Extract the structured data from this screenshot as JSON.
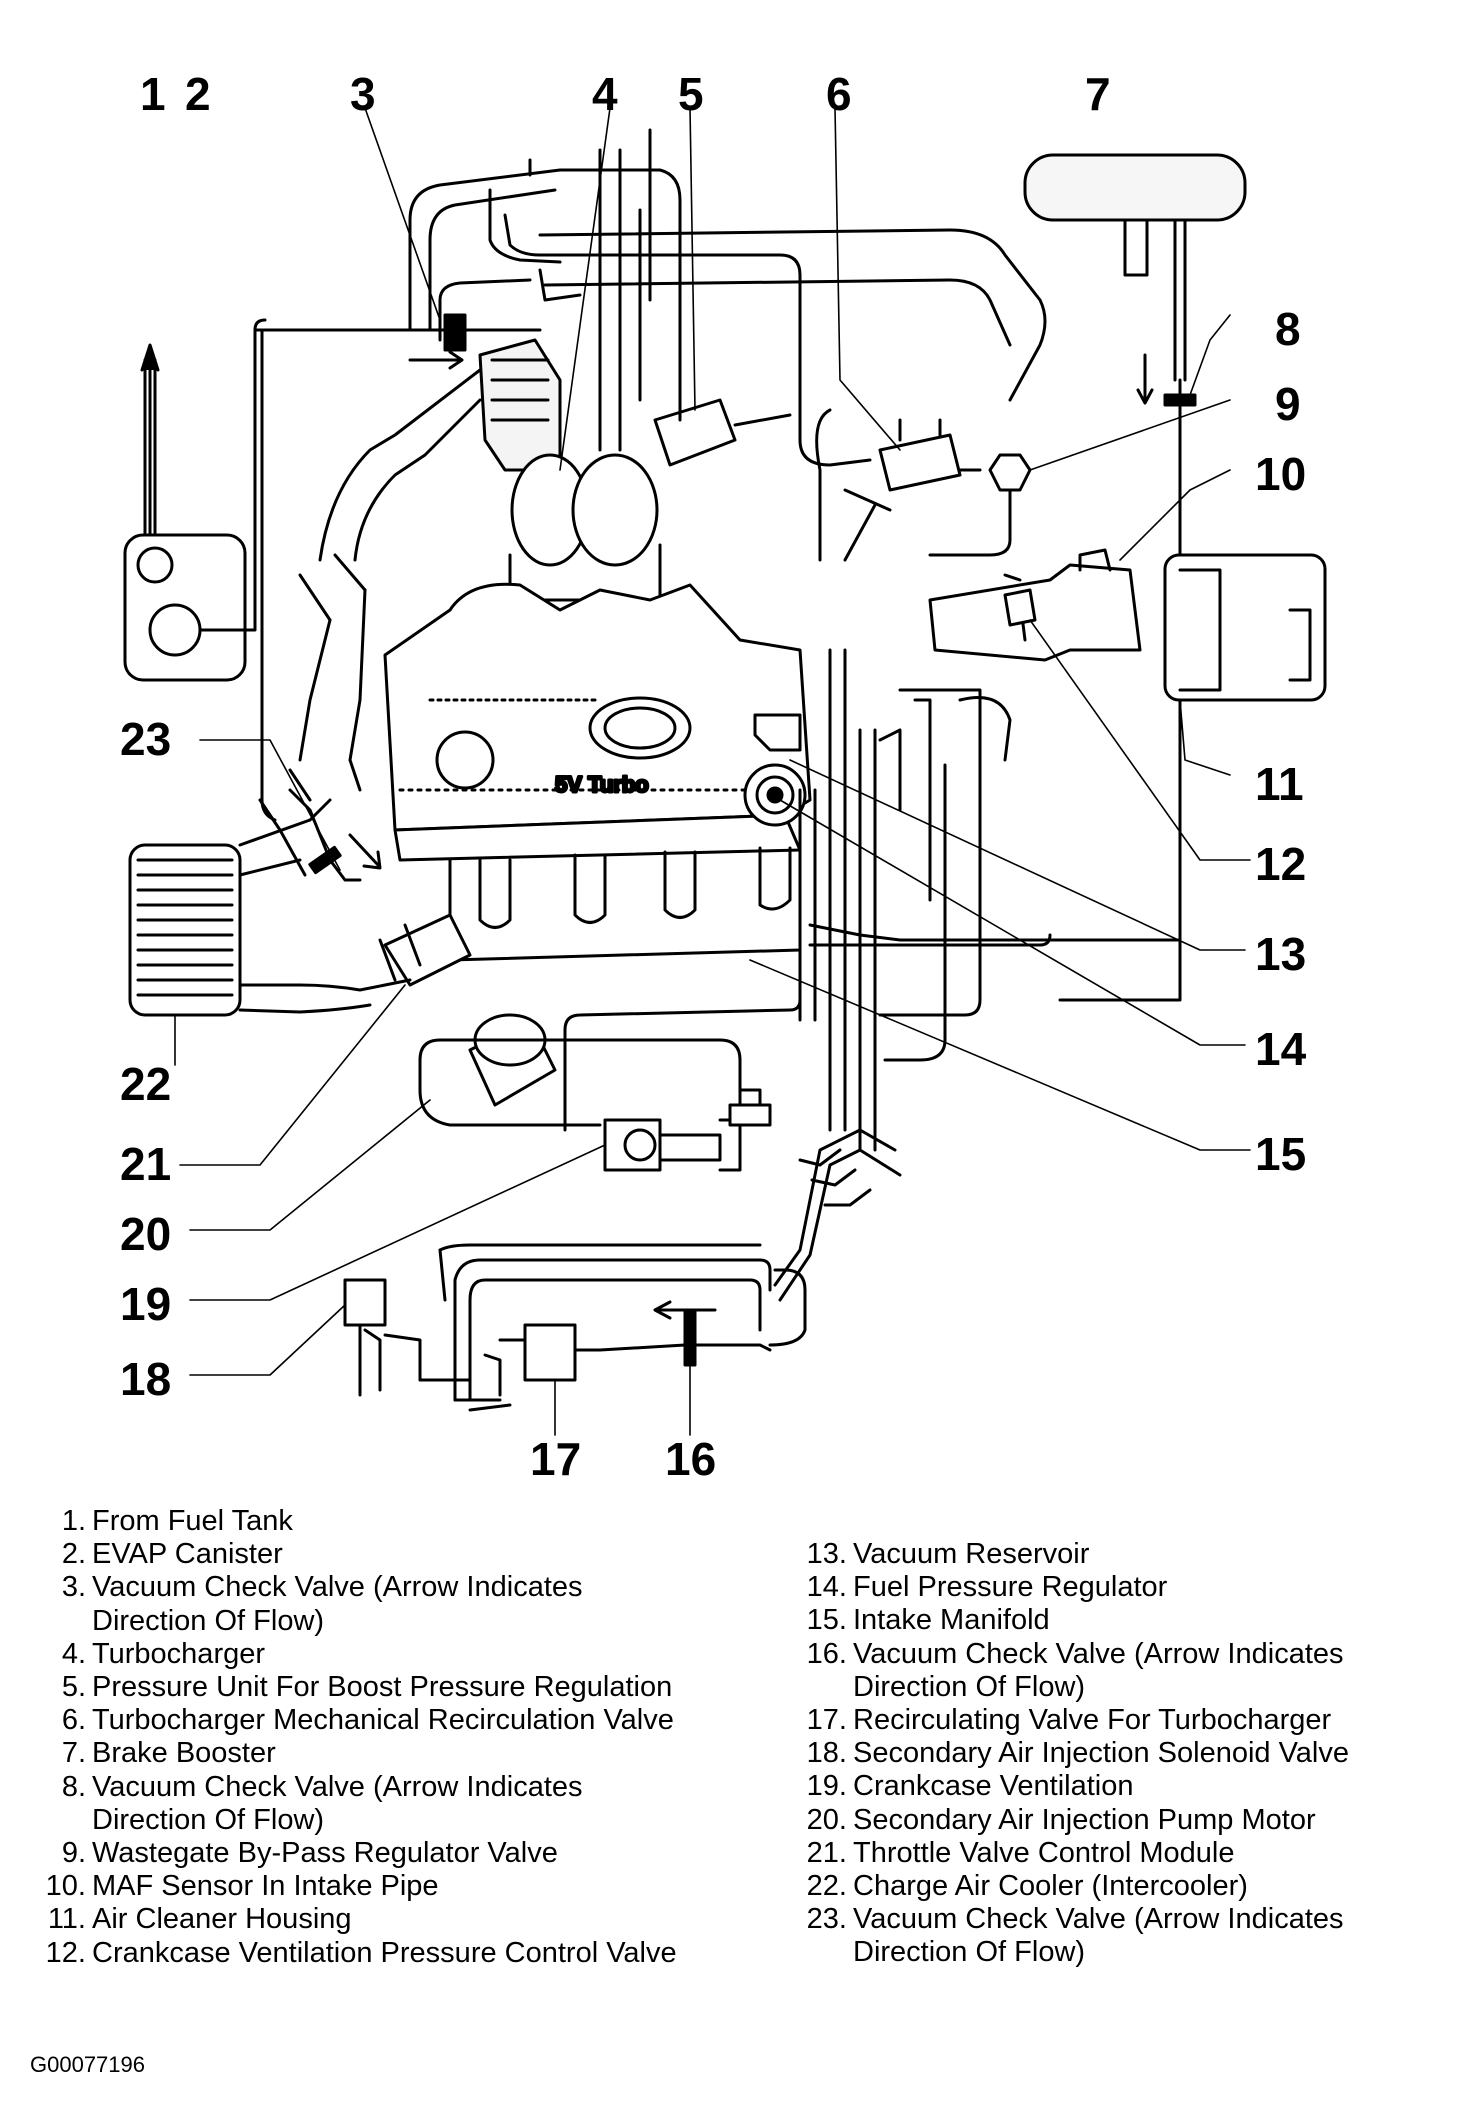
{
  "callouts": [
    "1",
    "2",
    "3",
    "4",
    "5",
    "6",
    "7",
    "8",
    "9",
    "10",
    "11",
    "12",
    "13",
    "14",
    "15",
    "16",
    "17",
    "18",
    "19",
    "20",
    "21",
    "22",
    "23"
  ],
  "engine": {
    "model_text": "5V   Turbo"
  },
  "legend": {
    "left": [
      {
        "num": "1.",
        "text": "From Fuel Tank"
      },
      {
        "num": "2.",
        "text": "EVAP Canister"
      },
      {
        "num": "3.",
        "text": "Vacuum Check Valve (Arrow Indicates",
        "cont": "Direction Of Flow)"
      },
      {
        "num": "4.",
        "text": "Turbocharger"
      },
      {
        "num": "5.",
        "text": "Pressure Unit For Boost Pressure Regulation"
      },
      {
        "num": "6.",
        "text": "Turbocharger Mechanical Recirculation Valve"
      },
      {
        "num": "7.",
        "text": "Brake Booster"
      },
      {
        "num": "8.",
        "text": "Vacuum Check Valve (Arrow Indicates",
        "cont": "Direction Of Flow)"
      },
      {
        "num": "9.",
        "text": "Wastegate By-Pass Regulator Valve"
      },
      {
        "num": "10.",
        "text": "MAF Sensor In Intake Pipe"
      },
      {
        "num": "11.",
        "text": "Air Cleaner Housing"
      },
      {
        "num": "12.",
        "text": "Crankcase Ventilation Pressure Control Valve"
      }
    ],
    "right": [
      {
        "num": "13.",
        "text": "Vacuum Reservoir"
      },
      {
        "num": "14.",
        "text": "Fuel Pressure Regulator"
      },
      {
        "num": "15.",
        "text": "Intake Manifold"
      },
      {
        "num": "16.",
        "text": "Vacuum Check Valve (Arrow Indicates",
        "cont": "Direction Of Flow)"
      },
      {
        "num": "17.",
        "text": "Recirculating Valve For Turbocharger"
      },
      {
        "num": "18.",
        "text": "Secondary Air Injection Solenoid Valve"
      },
      {
        "num": "19.",
        "text": "Crankcase Ventilation"
      },
      {
        "num": "20.",
        "text": "Secondary Air Injection Pump Motor"
      },
      {
        "num": "21.",
        "text": "Throttle Valve Control Module"
      },
      {
        "num": "22.",
        "text": "Charge Air Cooler (Intercooler)"
      },
      {
        "num": "23.",
        "text": "Vacuum Check Valve (Arrow Indicates",
        "cont": "Direction Of Flow)"
      }
    ]
  },
  "figure_id": "G00077196"
}
